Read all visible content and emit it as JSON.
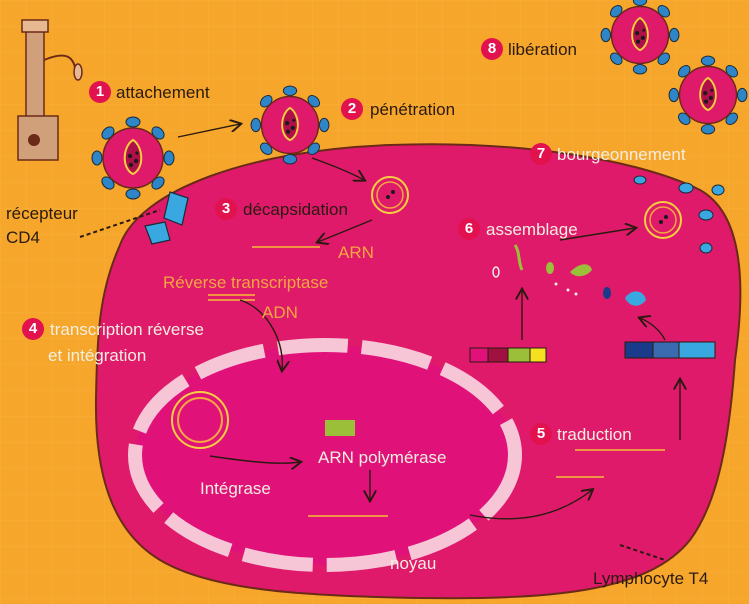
{
  "colors": {
    "background": "#f6a62a",
    "cell": "#df1a6a",
    "cell_outline": "#6b2a18",
    "nucleus": "#e0127a",
    "nuclear_pore": "#f7c6d6",
    "virus_body": "#df1a6a",
    "virus_spike": "#2e86c8",
    "rna_line": "#f4a640",
    "label_dark": "#2a1a10",
    "label_light": "#f3eee0",
    "step_number": "#e2124f"
  },
  "steps": [
    {
      "number": "1",
      "label": "attachement"
    },
    {
      "number": "2",
      "label": "pénétration"
    },
    {
      "number": "3",
      "label": "décapsidation"
    },
    {
      "number": "4",
      "label_line1": "transcription réverse",
      "label_line2": "et intégration"
    },
    {
      "number": "5",
      "label": "traduction"
    },
    {
      "number": "6",
      "label": "assemblage"
    },
    {
      "number": "7",
      "label": "bourgeonnement"
    },
    {
      "number": "8",
      "label": "libération"
    }
  ],
  "labels": {
    "receptor_line1": "récepteur",
    "receptor_line2": "CD4",
    "arn": "ARN",
    "reverse_transcriptase": "Réverse transcriptase",
    "adn": "ADN",
    "integrase": "Intégrase",
    "arn_polymerase": "ARN polymérase",
    "noyau": "noyau",
    "lymphocyte": "Lymphocyte T4"
  },
  "icons": {
    "microscope": "microscope-icon",
    "virus": "hiv-virus-icon",
    "receptor": "cd4-receptor-icon"
  }
}
